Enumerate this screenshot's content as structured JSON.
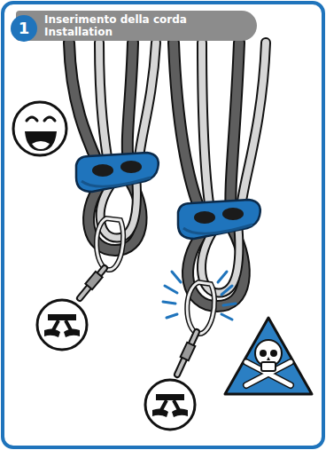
{
  "diagram": {
    "nodes": [
      {
        "text": [
          "1"
        ]
      },
      {
        "text": [
          "Inserimento della corda",
          "Installation"
        ]
      }
    ]
  }
}
